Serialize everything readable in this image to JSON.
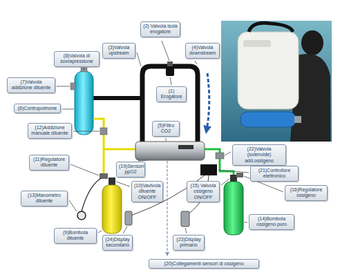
{
  "diagram": {
    "nodes": [
      {
        "text": [
          "(2) Valvola isola erogatore"
        ]
      },
      {
        "text": [
          "(3)Valvola upstream"
        ]
      },
      {
        "text": [
          "(4)Valvola downstream"
        ]
      },
      {
        "text": [
          "(8)Valvola di sovrapressione"
        ]
      },
      {
        "text": [
          "(7)Valvola addizione diluente"
        ]
      },
      {
        "text": [
          "(1) Erogatore"
        ]
      },
      {
        "text": [
          "(6)Contropolmone"
        ]
      },
      {
        "text": [
          "(5)Filtro CO2"
        ]
      },
      {
        "text": [
          "(12)Addizione manuale diluente"
        ]
      },
      {
        "text": [
          "(22)Valvola (solenoide) add.ossigeno"
        ]
      },
      {
        "text": [
          "(11)Regolatore diluente"
        ]
      },
      {
        "text": [
          "(19)Sensori ppO2"
        ]
      },
      {
        "text": [
          "(21)Controllore elettronico"
        ]
      },
      {
        "text": [
          "(10)Vavlvola diluente ON/OFF"
        ]
      },
      {
        "text": [
          "(15) Valvola ossigeno ON/OFF"
        ]
      },
      {
        "text": [
          "(16)Regolatore ossigeno"
        ]
      },
      {
        "text": [
          "(13)Manometro diluente"
        ]
      },
      {
        "text": [
          "(14)Bombola ossigeno puro"
        ]
      },
      {
        "text": [
          "(9)Bombola diluente"
        ]
      },
      {
        "text": [
          "(24)Display secondario"
        ]
      },
      {
        "text": [
          "(23)Display primario"
        ]
      },
      {
        "text": [
          "(20)Collegamenti sensori di ossigeno"
        ]
      }
    ]
  }
}
